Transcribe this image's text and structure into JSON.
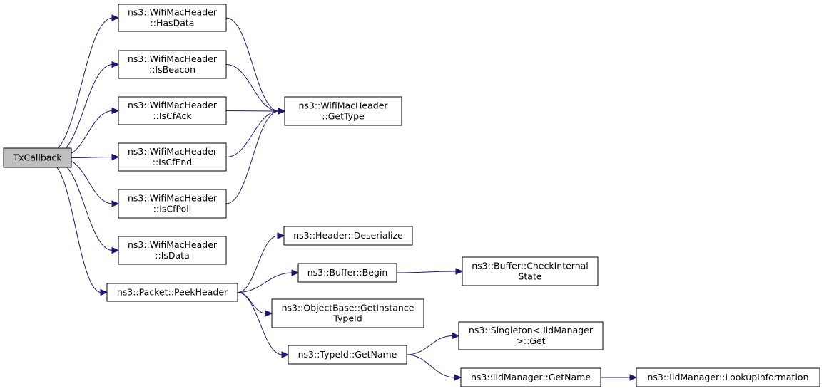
{
  "graph": {
    "nodes": [
      {
        "id": "txcallback",
        "lines": [
          "TxCallback"
        ],
        "root": true
      },
      {
        "id": "hasdata",
        "lines": [
          "ns3::WifiMacHeader",
          "::HasData"
        ]
      },
      {
        "id": "isbeacon",
        "lines": [
          "ns3::WifiMacHeader",
          "::IsBeacon"
        ]
      },
      {
        "id": "iscfack",
        "lines": [
          "ns3::WifiMacHeader",
          "::IsCfAck"
        ]
      },
      {
        "id": "iscfend",
        "lines": [
          "ns3::WifiMacHeader",
          "::IsCfEnd"
        ]
      },
      {
        "id": "iscfpoll",
        "lines": [
          "ns3::WifiMacHeader",
          "::IsCfPoll"
        ]
      },
      {
        "id": "isdata",
        "lines": [
          "ns3::WifiMacHeader",
          "::IsData"
        ]
      },
      {
        "id": "peekheader",
        "lines": [
          "ns3::Packet::PeekHeader"
        ]
      },
      {
        "id": "gettype",
        "lines": [
          "ns3::WifiMacHeader",
          "::GetType"
        ]
      },
      {
        "id": "deserialize",
        "lines": [
          "ns3::Header::Deserialize"
        ]
      },
      {
        "id": "begin",
        "lines": [
          "ns3::Buffer::Begin"
        ]
      },
      {
        "id": "checkinternal",
        "lines": [
          "ns3::Buffer::CheckInternal",
          "State"
        ]
      },
      {
        "id": "getinstancetypeid",
        "lines": [
          "ns3::ObjectBase::GetInstance",
          "TypeId"
        ]
      },
      {
        "id": "typeidgetname",
        "lines": [
          "ns3::TypeId::GetName"
        ]
      },
      {
        "id": "singletonget",
        "lines": [
          "ns3::Singleton< IidManager",
          ">::Get"
        ]
      },
      {
        "id": "iidgetname",
        "lines": [
          "ns3::IidManager::GetName"
        ]
      },
      {
        "id": "lookupinfo",
        "lines": [
          "ns3::IidManager::LookupInformation"
        ]
      }
    ],
    "edges": [
      [
        "txcallback",
        "hasdata"
      ],
      [
        "txcallback",
        "isbeacon"
      ],
      [
        "txcallback",
        "iscfack"
      ],
      [
        "txcallback",
        "iscfend"
      ],
      [
        "txcallback",
        "iscfpoll"
      ],
      [
        "txcallback",
        "isdata"
      ],
      [
        "txcallback",
        "peekheader"
      ],
      [
        "hasdata",
        "gettype"
      ],
      [
        "isbeacon",
        "gettype"
      ],
      [
        "iscfack",
        "gettype"
      ],
      [
        "iscfend",
        "gettype"
      ],
      [
        "iscfpoll",
        "gettype"
      ],
      [
        "peekheader",
        "deserialize"
      ],
      [
        "peekheader",
        "begin"
      ],
      [
        "peekheader",
        "getinstancetypeid"
      ],
      [
        "peekheader",
        "typeidgetname"
      ],
      [
        "begin",
        "checkinternal"
      ],
      [
        "typeidgetname",
        "singletonget"
      ],
      [
        "typeidgetname",
        "iidgetname"
      ],
      [
        "iidgetname",
        "lookupinfo"
      ]
    ],
    "colors": {
      "edge": "#191970",
      "root_fill": "#bfbfbf",
      "node_fill": "#ffffff",
      "node_stroke": "#000000"
    }
  }
}
